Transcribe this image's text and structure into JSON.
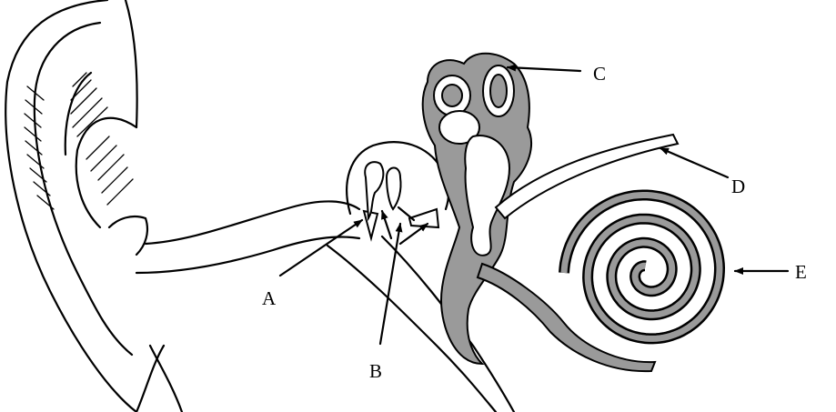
{
  "diagram": {
    "labels": [
      {
        "id": "A",
        "text": "A"
      },
      {
        "id": "B",
        "text": "B"
      },
      {
        "id": "C",
        "text": "C"
      },
      {
        "id": "D",
        "text": "D"
      },
      {
        "id": "E",
        "text": "E"
      }
    ],
    "colors": {
      "ink": "#000000",
      "bone_shading": "#9a9a9a",
      "background": "#ffffff"
    }
  }
}
